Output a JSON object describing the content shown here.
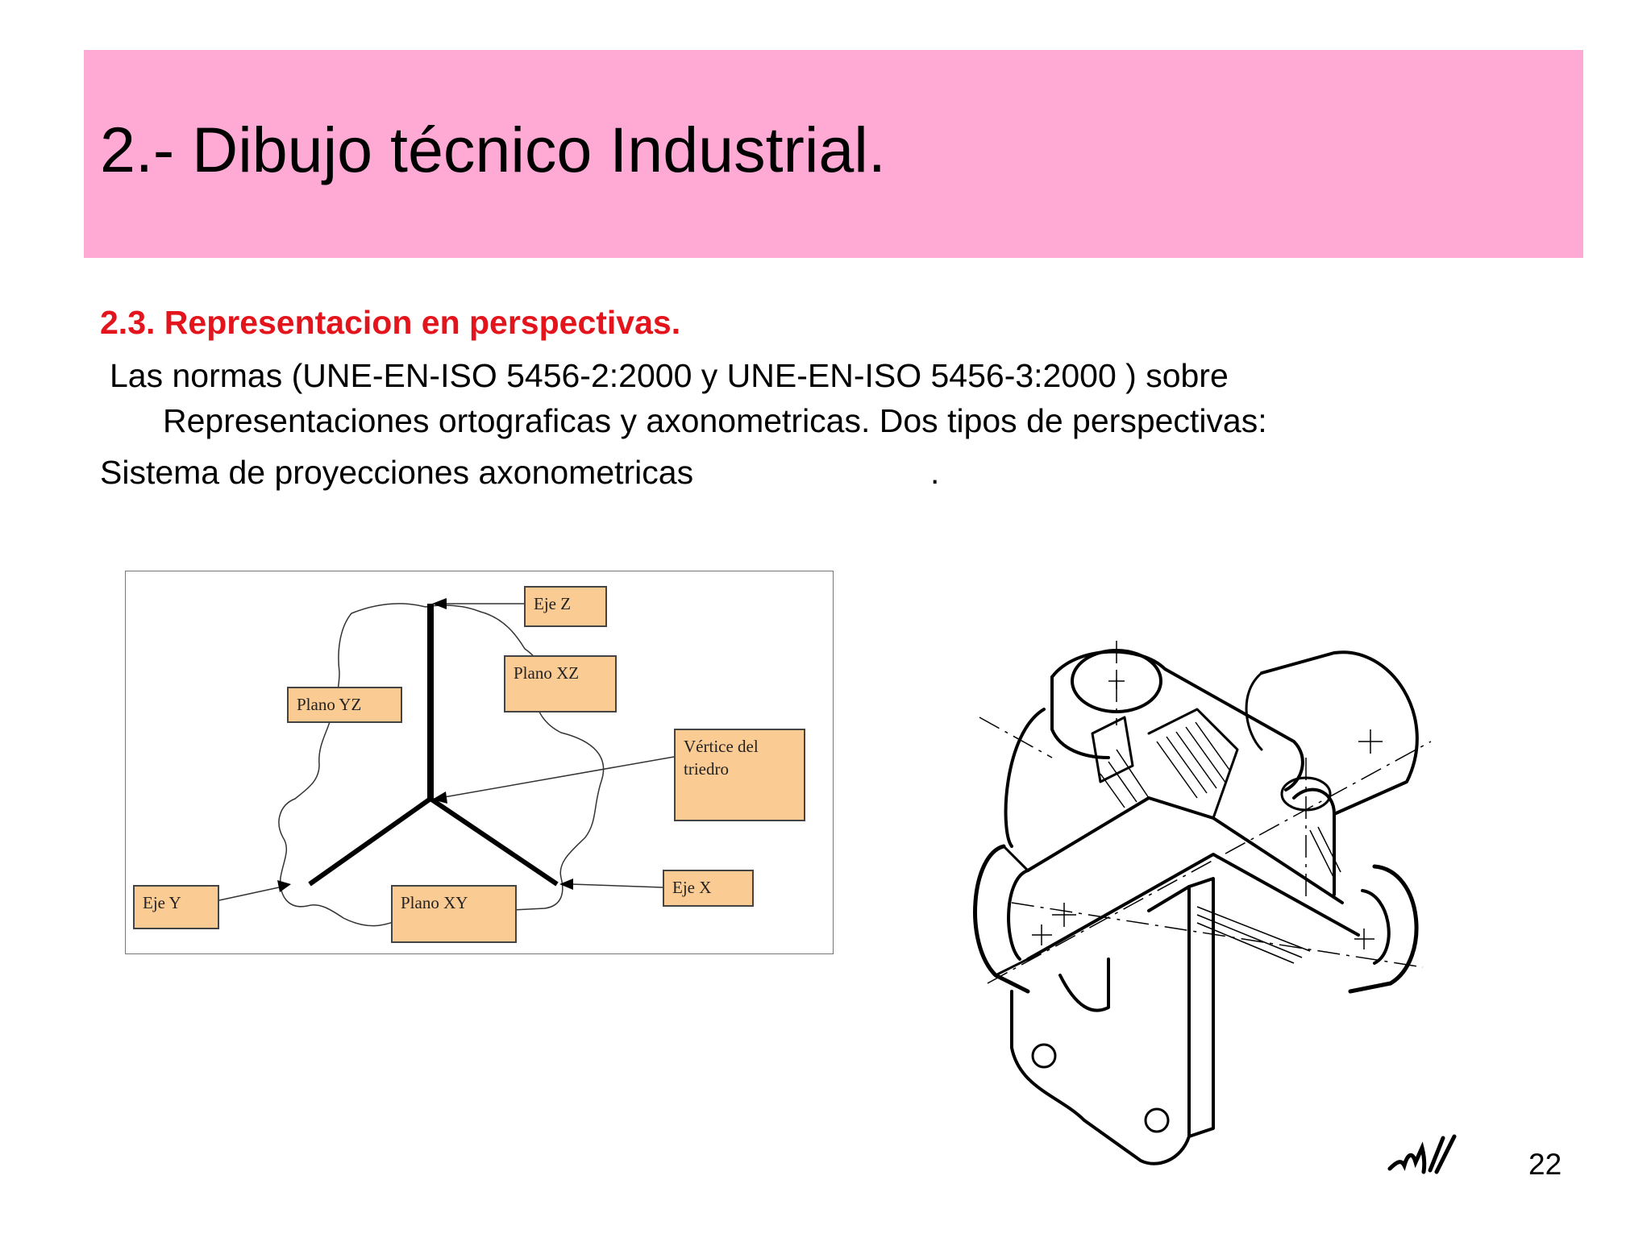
{
  "slide": {
    "title": "2.- Dibujo técnico Industrial.",
    "subtitle": "2.3. Representacion en perspectivas.",
    "body": {
      "line1": "Las normas (UNE-EN-ISO 5456-2:2000 y UNE-EN-ISO 5456-3:2000 ) sobre",
      "line2": "Representaciones ortograficas y axonometricas.  Dos tipos de perspectivas:",
      "line3": "Sistema de proyecciones axonometricas",
      "trailing_dot": "."
    },
    "page_number": "22",
    "colors": {
      "title_bar": "#ffaad4",
      "subtitle": "#e3141b",
      "label_box": "#fbcb94"
    }
  },
  "diagram": {
    "labels": {
      "eje_z": "Eje Z",
      "plano_xz": "Plano XZ",
      "plano_yz": "Plano YZ",
      "vertice_line1": "Vértice del",
      "vertice_line2": "triedro",
      "eje_y": "Eje Y",
      "plano_xy": "Plano XY",
      "eje_x": "Eje X"
    }
  }
}
